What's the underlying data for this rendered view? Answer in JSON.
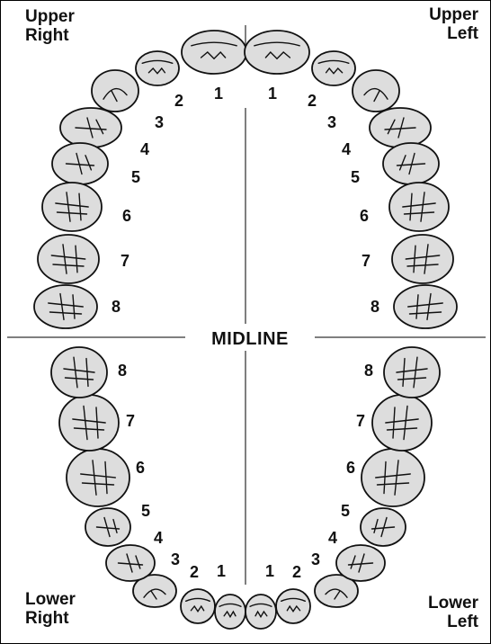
{
  "midline_label": "MIDLINE",
  "quadrants": {
    "upper_right": {
      "line1": "Upper",
      "line2": "Right"
    },
    "upper_left": {
      "line1": "Upper",
      "line2": "Left"
    },
    "lower_right": {
      "line1": "Lower",
      "line2": "Right"
    },
    "lower_left": {
      "line1": "Lower",
      "line2": "Left"
    }
  },
  "tooth_numbers": {
    "upper_right": [
      "1",
      "2",
      "3",
      "4",
      "5",
      "6",
      "7",
      "8"
    ],
    "upper_left": [
      "1",
      "2",
      "3",
      "4",
      "5",
      "6",
      "7",
      "8"
    ],
    "lower_right": [
      "1",
      "2",
      "3",
      "4",
      "5",
      "6",
      "7",
      "8"
    ],
    "lower_left": [
      "1",
      "2",
      "3",
      "4",
      "5",
      "6",
      "7",
      "8"
    ]
  },
  "colors": {
    "tooth_fill": "#dddddd",
    "outline": "#111111",
    "line": "#555555"
  }
}
